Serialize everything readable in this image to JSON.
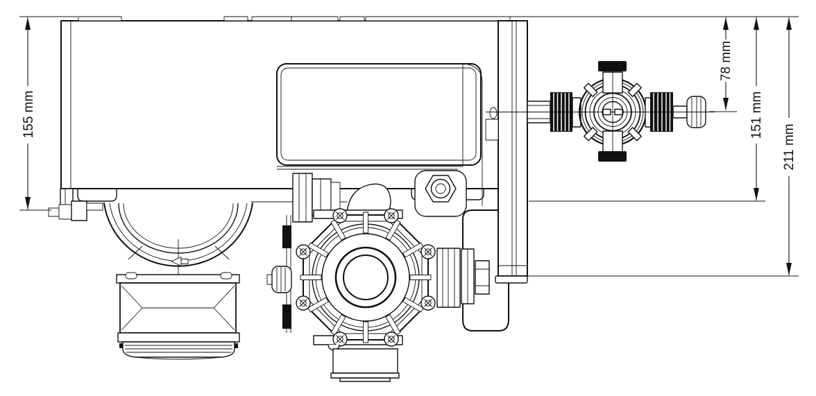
{
  "drawing": {
    "kind": "technical-dimension-drawing",
    "view": "side-view metering pump with actuator and injection valve",
    "units": "mm",
    "dimensions": {
      "left_height": {
        "label": "155 mm",
        "value": 155
      },
      "valve_center_height": {
        "label": "78 mm",
        "value": 78
      },
      "flange_height": {
        "label": "151 mm",
        "value": 151
      },
      "overall_height": {
        "label": "211 mm",
        "value": 211
      }
    },
    "colors": {
      "line": "#111111",
      "background": "#ffffff",
      "solid_black": "#000000"
    }
  }
}
